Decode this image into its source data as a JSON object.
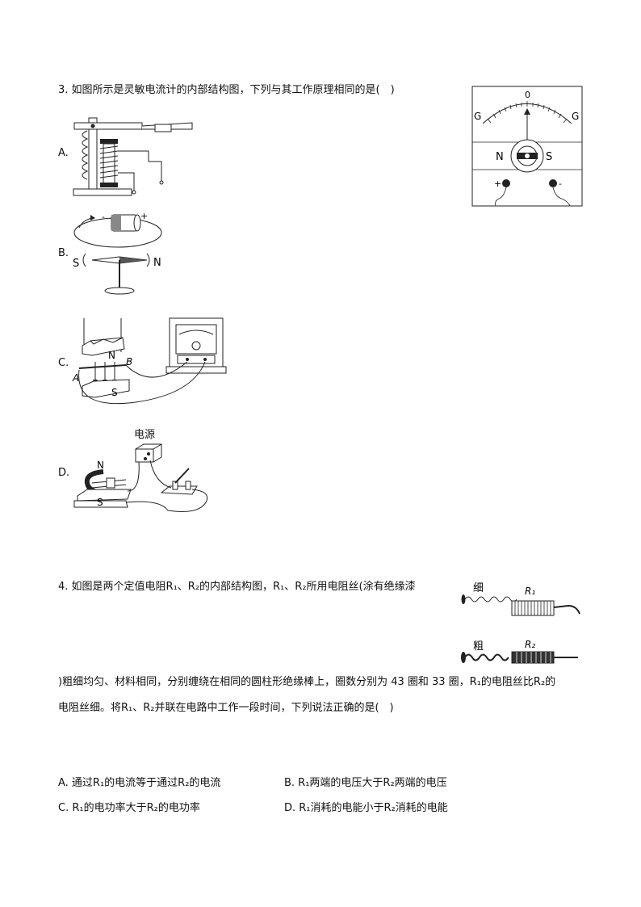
{
  "q3": {
    "stem": "3. 如图所示是灵敏电流计的内部结构图，下列与其工作原理相同的是(　)",
    "options": [
      {
        "label": "A."
      },
      {
        "label": "B."
      },
      {
        "label": "C."
      },
      {
        "label": "D."
      }
    ],
    "galvanometer": {
      "zero": "0",
      "g_left": "G",
      "g_right": "G",
      "pole_n": "N",
      "pole_s": "S",
      "plus": "+",
      "minus": "-"
    },
    "fig_b": {
      "minus": "-",
      "plus": "+",
      "s": "S",
      "n": "N"
    },
    "fig_c": {
      "n": "N",
      "s": "S",
      "a": "A",
      "b": "B"
    },
    "fig_d": {
      "power": "电源",
      "n": "N",
      "s": "S"
    }
  },
  "q4": {
    "stem_line1": "4. 如图是两个定值电阻R₁、R₂的内部结构图，R₁、R₂所用电阻丝(涂有绝缘漆",
    "stem_line2": ")粗细均匀、材料相同，分别缠绕在相同的圆柱形绝缘棒上，圈数分别为 43 圈和 33 圈，R₁的电阻丝比R₂的",
    "stem_line3": "电阻丝细。将R₁、R₂并联在电路中工作一段时间，下列说法正确的是(　)",
    "fig": {
      "thin": "细",
      "thick": "粗",
      "r1": "R₁",
      "r2": "R₂"
    },
    "options": {
      "a": "A. 通过R₁的电流等于通过R₂的电流",
      "b": "B. R₁两端的电压大于R₂两端的电压",
      "c": "C. R₁的电功率大于R₂的电功率",
      "d": "D. R₁消耗的电能小于R₂消耗的电能"
    }
  }
}
